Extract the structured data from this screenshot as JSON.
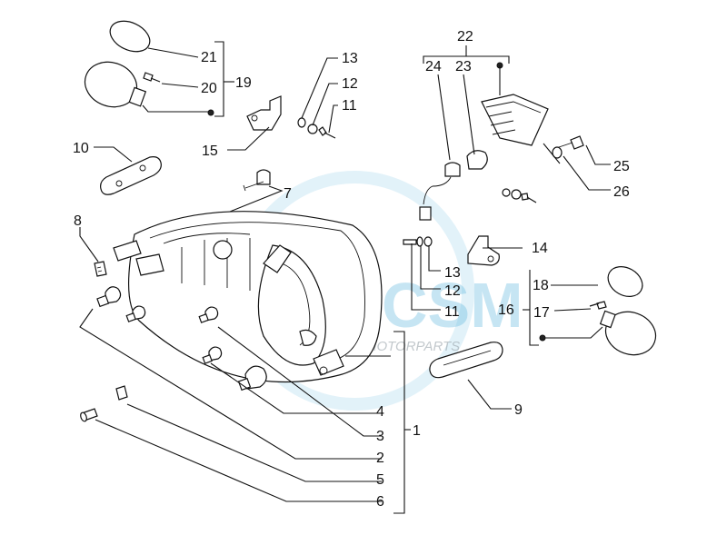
{
  "watermark": {
    "logo_text": "CSM",
    "subtitle": "MOTORPARTS",
    "color": "#5fb7dd"
  },
  "callouts": {
    "c1": "1",
    "c2": "2",
    "c3": "3",
    "c4": "4",
    "c5": "5",
    "c6": "6",
    "c7": "7",
    "c8": "8",
    "c9": "9",
    "c10": "10",
    "c11a": "11",
    "c12a": "12",
    "c13a": "13",
    "c11b": "11",
    "c12b": "12",
    "c13b": "13",
    "c14": "14",
    "c15": "15",
    "c16": "16",
    "c17": "17",
    "c18": "18",
    "c19": "19",
    "c20": "20",
    "c21": "21",
    "c22": "22",
    "c23": "23",
    "c24": "24",
    "c25": "25",
    "c26": "26"
  }
}
